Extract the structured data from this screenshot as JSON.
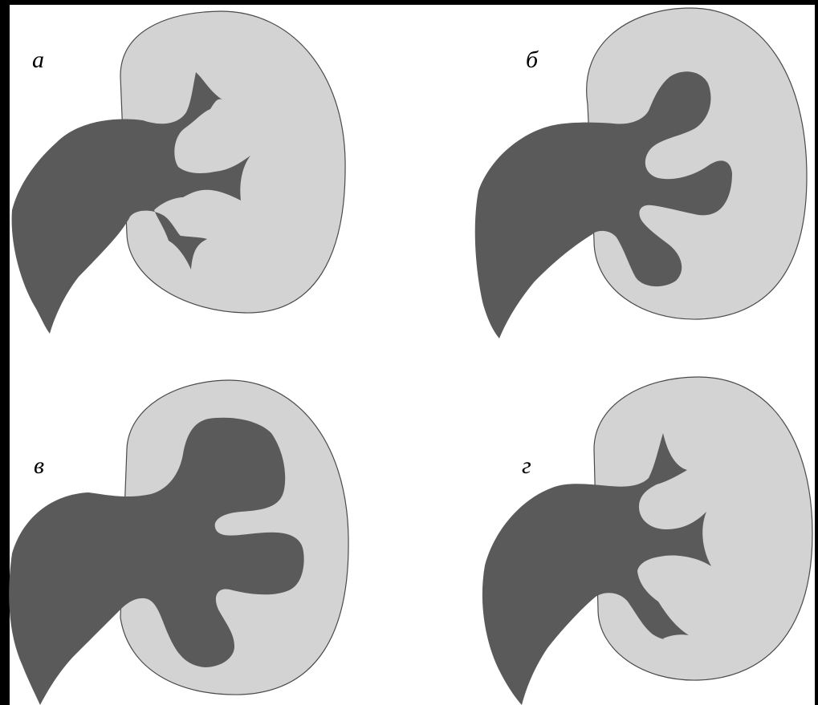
{
  "colors": {
    "background": "#000000",
    "frame": "#ffffff",
    "parenchyma": "#d3d3d3",
    "outline": "#4a4a4a",
    "collecting_system": "#5a5a5a",
    "label": "#000000"
  },
  "panels": [
    {
      "id": "a",
      "label": "а"
    },
    {
      "id": "b",
      "label": "б"
    },
    {
      "id": "v",
      "label": "в"
    },
    {
      "id": "g",
      "label": "г"
    }
  ]
}
